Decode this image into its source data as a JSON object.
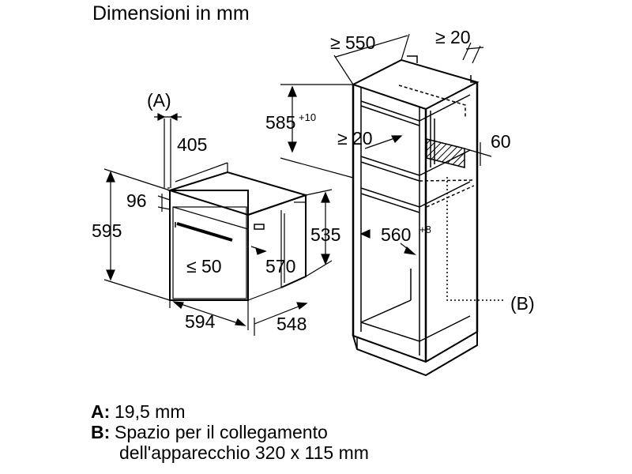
{
  "title": "Dimensioni in mm",
  "dimensions": {
    "cab_depth": "≥ 550",
    "cab_back_gap": "≥ 20",
    "niche_height": "585",
    "niche_height_tol": "+10",
    "shelf_gap": "≥ 20",
    "vent_depth": "60",
    "niche_width": "560",
    "niche_width_tol": "+8",
    "label_a": "(A)",
    "label_b": "(B)",
    "oven_width_top": "405",
    "oven_panel": "96",
    "oven_height": "595",
    "oven_body_height": "535",
    "oven_gap": "≤ 50",
    "oven_front_height": "570",
    "oven_width": "594",
    "oven_depth": "548"
  },
  "legend": [
    {
      "key": "A:",
      "text": "19,5 mm"
    },
    {
      "key": "B:",
      "text": "Spazio per il collegamento",
      "text2": "dell'apparecchio 320 x 115 mm"
    }
  ]
}
